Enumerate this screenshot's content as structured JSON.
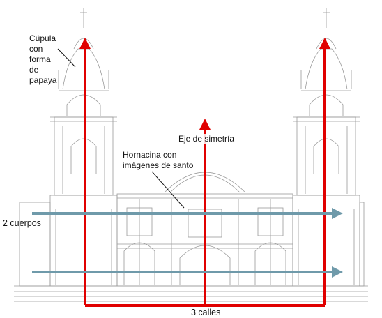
{
  "labels": {
    "cupula": "Cúpula\ncon\nforma\nde\npapaya",
    "hornacina": "Hornacina con\nimágenes de santo",
    "eje": "Eje de simetría",
    "cuerpos": "2 cuerpos",
    "calles": "3 calles"
  },
  "colors": {
    "red_arrows": "#e00000",
    "blue_arrows": "#6f9aaa",
    "drawing": "#9a9a9a",
    "text": "#111111"
  }
}
